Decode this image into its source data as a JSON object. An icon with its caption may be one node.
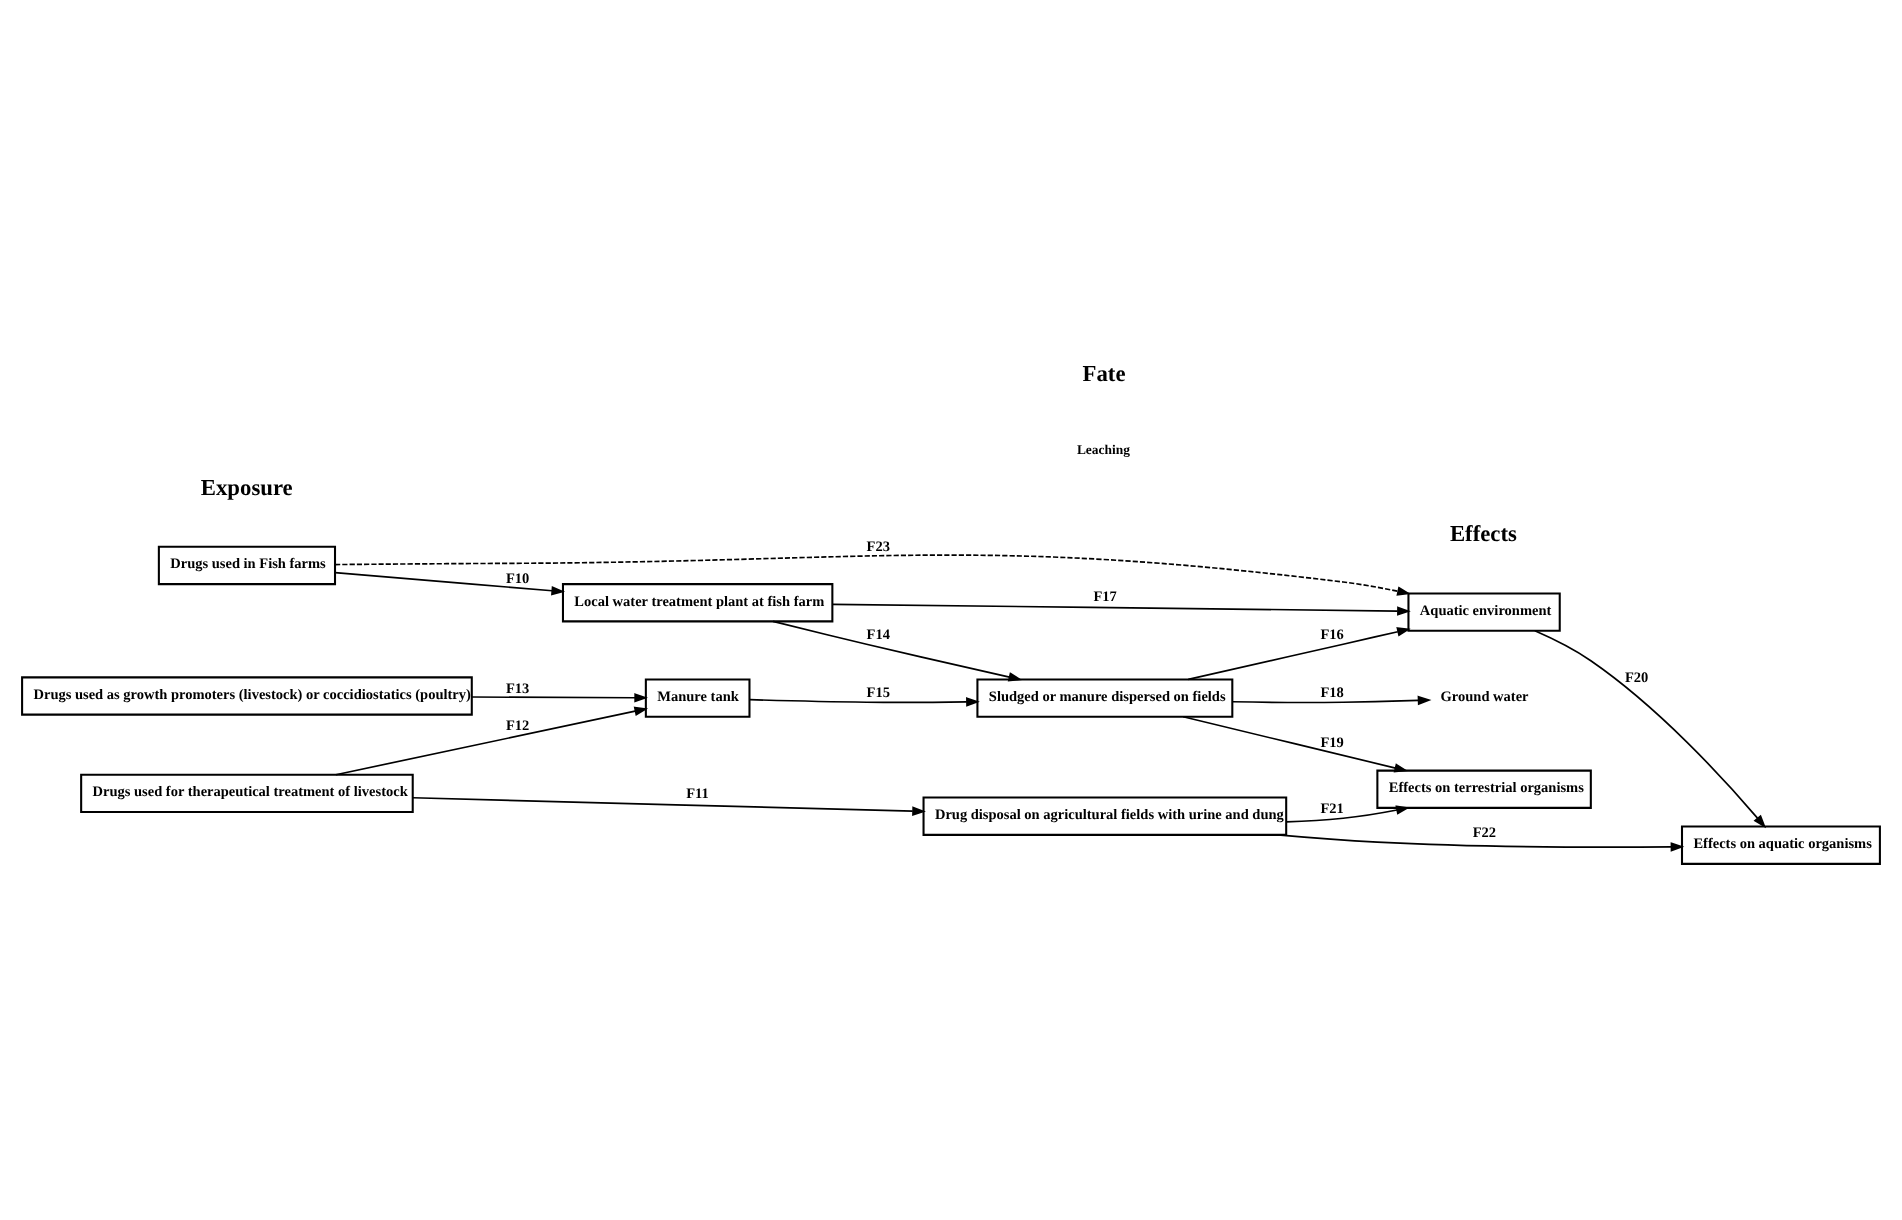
{
  "diagram": {
    "nodes": [
      {
        "text": [
          "Drugs used in Fish farms"
        ]
      },
      {
        "text": [
          "Drugs used for therapeutical treatment of livestock"
        ]
      },
      {
        "text": [
          "Drugs used as growth promoters (livestock) or coccidiostatics (poultry)"
        ]
      },
      {
        "text": [
          "Local water treatment plant at fish farm"
        ]
      },
      {
        "text": [
          "Drug disposal on agricultural fields with urine and dung"
        ]
      },
      {
        "text": [
          "Manure tank"
        ]
      },
      {
        "text": [
          "Sludged or manure dispersed on fields"
        ]
      },
      {
        "text": [
          "Aquatic environment"
        ]
      },
      {
        "text": [
          "Ground water"
        ]
      },
      {
        "text": [
          "Effects on terrestrial organisms"
        ]
      },
      {
        "text": [
          "Effects on aquatic organisms"
        ]
      }
    ],
    "edges": [
      {
        "from": 0,
        "to": 3,
        "arrow": "to",
        "label": "F10"
      },
      {
        "from": 1,
        "to": 4,
        "arrow": "to",
        "label": "F11"
      },
      {
        "from": 1,
        "to": 5,
        "arrow": "to",
        "label": "F12"
      },
      {
        "from": 2,
        "to": 5,
        "arrow": "to",
        "label": "F13"
      },
      {
        "from": 3,
        "to": 6,
        "arrow": "to",
        "label": "F14"
      },
      {
        "from": 3,
        "to": 7,
        "arrow": "to",
        "label": "F17"
      },
      {
        "from": 5,
        "to": 6,
        "arrow": "to",
        "label": "F15"
      },
      {
        "from": 6,
        "to": 8,
        "arrow": "to",
        "label": "F18"
      },
      {
        "from": 6,
        "to": 7,
        "arrow": "to",
        "label": "F16"
      },
      {
        "from": 6,
        "to": 9,
        "arrow": "to",
        "label": "F19"
      },
      {
        "from": 7,
        "to": 10,
        "arrow": "to",
        "label": "F20"
      },
      {
        "from": 4,
        "to": 9,
        "arrow": "to",
        "label": "F21"
      },
      {
        "from": 4,
        "to": 10,
        "arrow": "to",
        "label": "F22"
      },
      {
        "from": 0,
        "to": 7,
        "arrow": "to",
        "label": "F23",
        "style": "dashed"
      }
    ],
    "labels": [
      "Leaching",
      "Exposure",
      "Fate",
      "Effects"
    ]
  }
}
